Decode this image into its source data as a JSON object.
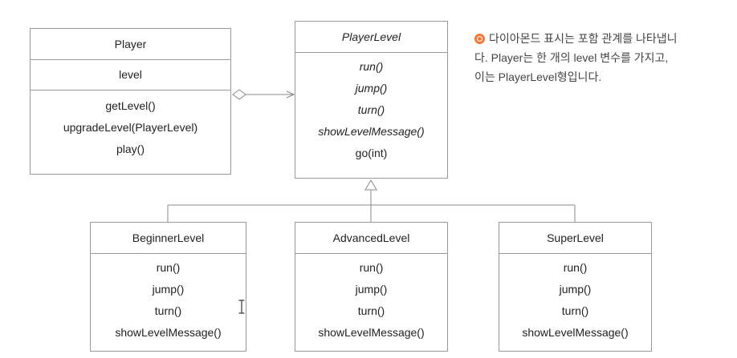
{
  "player": {
    "name": "Player",
    "attributes": [
      "level"
    ],
    "methods": [
      "getLevel()",
      "upgradeLevel(PlayerLevel)",
      "play()"
    ]
  },
  "player_level": {
    "name": "PlayerLevel",
    "methods": [
      "run()",
      "jump()",
      "turn()",
      "showLevelMessage()",
      "go(int)"
    ]
  },
  "subclasses": [
    {
      "name": "BeginnerLevel",
      "methods": [
        "run()",
        "jump()",
        "turn()",
        "showLevelMessage()"
      ]
    },
    {
      "name": "AdvancedLevel",
      "methods": [
        "run()",
        "jump()",
        "turn()",
        "showLevelMessage()"
      ]
    },
    {
      "name": "SuperLevel",
      "methods": [
        "run()",
        "jump()",
        "turn()",
        "showLevelMessage()"
      ]
    }
  ],
  "note": {
    "line1": "다이아몬드 표시는 포함 관계를 나타냅니",
    "line2": "다. Player는 한 개의 level 변수를 가지고,",
    "line3": "이는 PlayerLevel형입니다.",
    "icon": "note-circle-icon",
    "icon_color": "#f07a3a"
  },
  "colors": {
    "border": "#9a9a9a",
    "line": "#8a8a8a"
  }
}
